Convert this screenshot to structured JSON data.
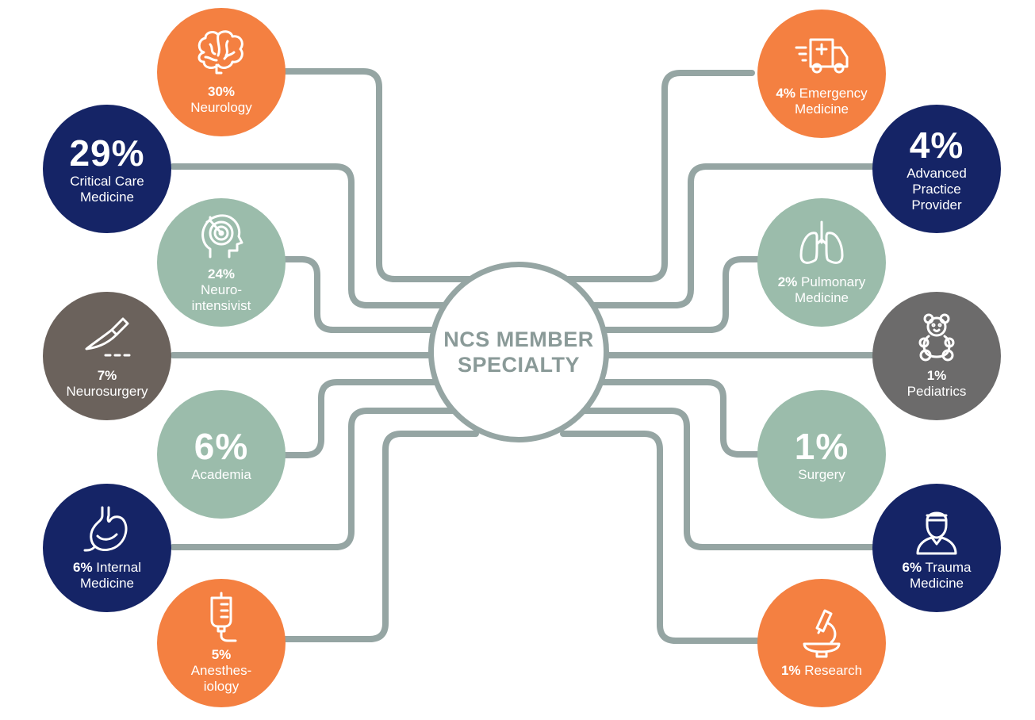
{
  "center": {
    "title": "NCS MEMBER SPECIALTY"
  },
  "colors": {
    "orange": "#f48041",
    "navy": "#152466",
    "sage": "#9bbcab",
    "brown_gray": "#6b625c",
    "gray": "#6c6b6b",
    "connector": "#95a5a3"
  },
  "left": [
    {
      "pct": "30%",
      "label": "Neurology",
      "icon": "brain-icon",
      "color": "orange"
    },
    {
      "pct": "29%",
      "label": "Critical Care Medicine",
      "icon": "",
      "color": "navy"
    },
    {
      "pct": "24%",
      "label": "Neuro-intensivist",
      "icon": "target-head-icon",
      "color": "sage"
    },
    {
      "pct": "7%",
      "label": "Neurosurgery",
      "icon": "scalpel-icon",
      "color": "brown_gray"
    },
    {
      "pct": "6%",
      "label": "Academia",
      "icon": "",
      "color": "sage"
    },
    {
      "pct": "6%",
      "label": "Internal Medicine",
      "icon": "stomach-icon",
      "color": "navy"
    },
    {
      "pct": "5%",
      "label": "Anesthes-iology",
      "icon": "iv-bag-icon",
      "color": "orange"
    }
  ],
  "right": [
    {
      "pct": "4%",
      "label": "Emergency Medicine",
      "icon": "ambulance-icon",
      "color": "orange"
    },
    {
      "pct": "4%",
      "label": "Advanced Practice Provider",
      "icon": "",
      "color": "navy"
    },
    {
      "pct": "2%",
      "label": "Pulmonary Medicine",
      "icon": "lungs-icon",
      "color": "sage"
    },
    {
      "pct": "1%",
      "label": "Pediatrics",
      "icon": "teddy-bear-icon",
      "color": "gray"
    },
    {
      "pct": "1%",
      "label": "Surgery",
      "icon": "",
      "color": "sage"
    },
    {
      "pct": "6%",
      "label": "Trauma Medicine",
      "icon": "injured-person-icon",
      "color": "navy"
    },
    {
      "pct": "1%",
      "label": "Research",
      "icon": "microscope-icon",
      "color": "orange"
    }
  ],
  "labels": {
    "neurology": "Neurology",
    "critical_care_1": "Critical Care",
    "critical_care_2": "Medicine",
    "neuro_1": "Neuro-",
    "neuro_2": "intensivist",
    "neurosurgery": "Neurosurgery",
    "academia": "Academia",
    "internal_1": " Internal",
    "internal_2": "Medicine",
    "anesth_1": "Anesthes-",
    "anesth_2": "iology",
    "emergency_1": " Emergency",
    "emergency_2": "Medicine",
    "app_1": "Advanced",
    "app_2": "Practice",
    "app_3": "Provider",
    "pulm_1": " Pulmonary",
    "pulm_2": "Medicine",
    "pediatrics": "Pediatrics",
    "surgery": "Surgery",
    "trauma_1": " Trauma",
    "trauma_2": "Medicine",
    "research": " Research"
  }
}
